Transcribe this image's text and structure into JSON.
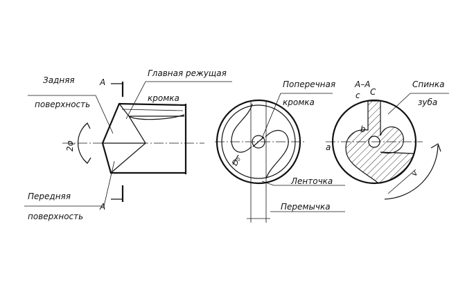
{
  "labels": {
    "back_surface_1": "Задняя",
    "back_surface_2": "поверхность",
    "main_edge_1": "Главная режущая",
    "main_edge_2": "кромка",
    "angle": "2φ",
    "front_surface_1": "Передняя",
    "front_surface_2": "поверхность",
    "section_a_top": "A",
    "section_a_bottom": "A",
    "cross_edge_1": "Поперечная",
    "cross_edge_2": "кромка",
    "d0": "D₀",
    "land": "Ленточка",
    "web": "Перемычка",
    "section_title": "A–A",
    "point_c1": "c",
    "point_c2": "C",
    "point_b": "b",
    "point_a": "a",
    "tooth_back_1": "Спинка",
    "tooth_back_2": "зуба",
    "rotation": "v"
  }
}
